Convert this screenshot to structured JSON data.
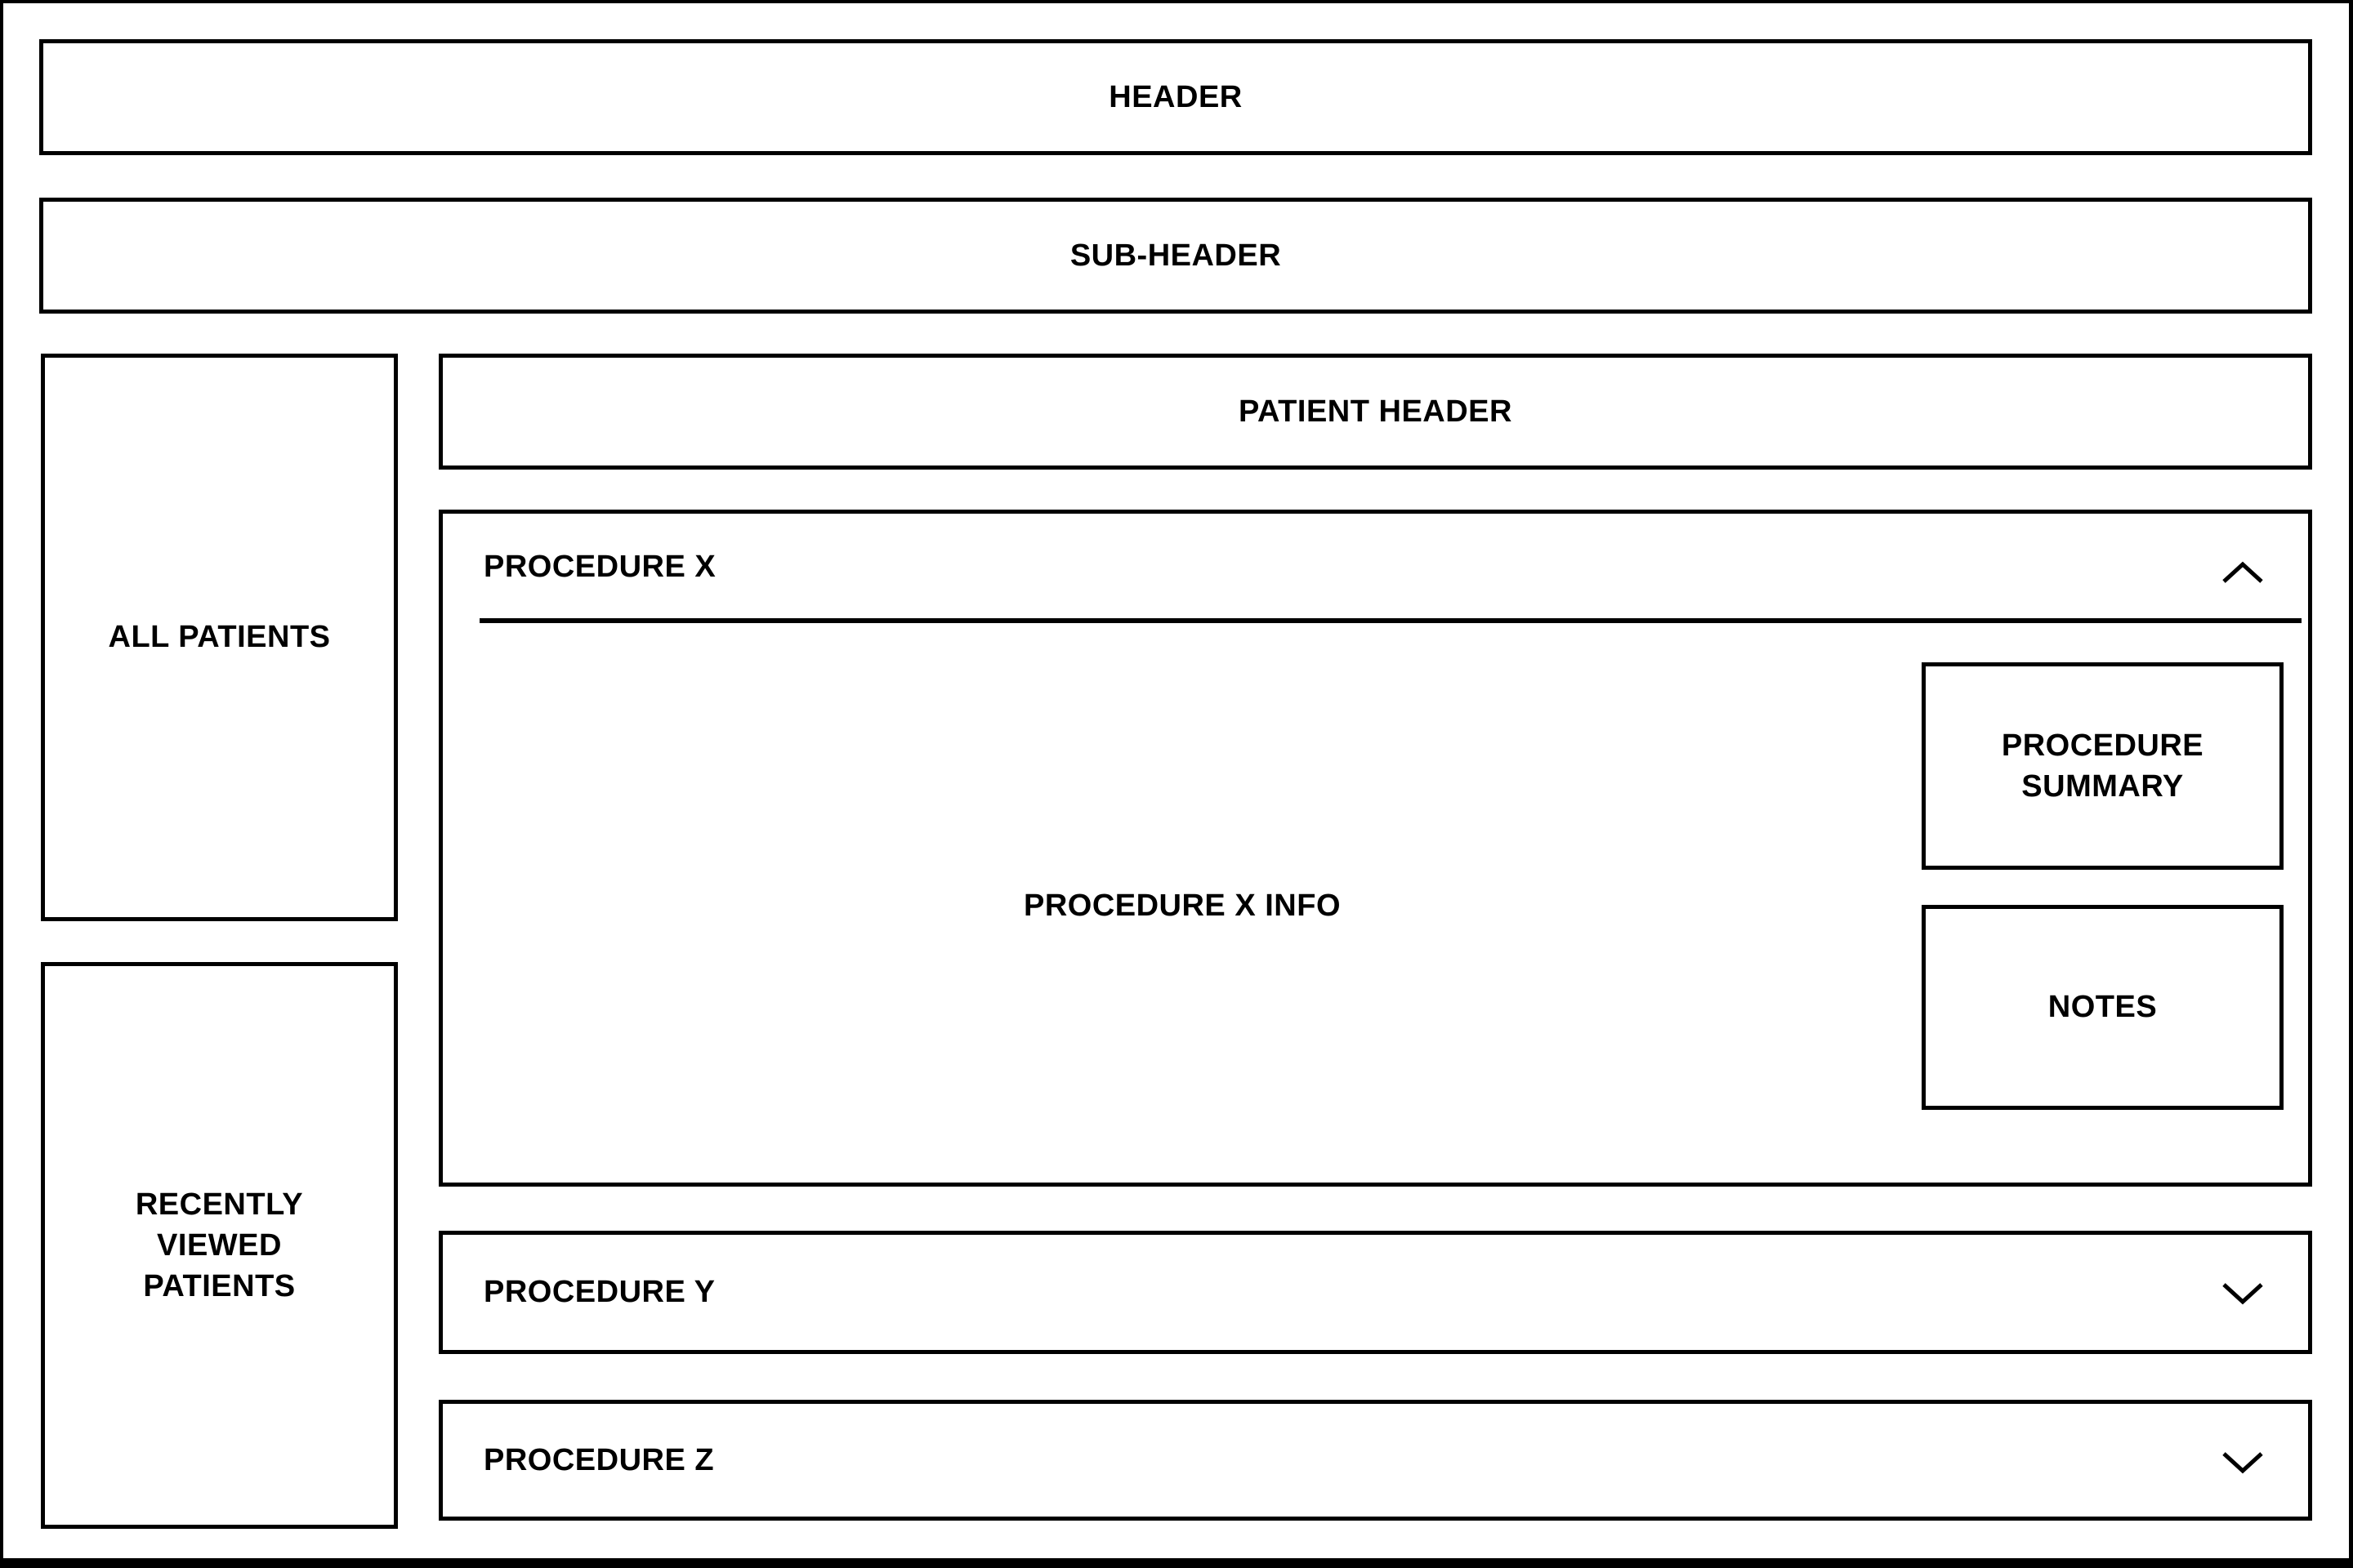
{
  "page": {
    "header": "HEADER",
    "sub_header": "SUB-HEADER"
  },
  "sidebar": {
    "all_patients": "ALL PATIENTS",
    "recently_viewed": "RECENTLY VIEWED PATIENTS"
  },
  "main": {
    "patient_header": "PATIENT HEADER",
    "procedures": [
      {
        "label": "PROCEDURE X",
        "state": "expanded",
        "chevron_icon": "chevron-up-icon",
        "info": "PROCEDURE X INFO",
        "summary": "PROCEDURE SUMMARY",
        "notes": "NOTES"
      },
      {
        "label": "PROCEDURE Y",
        "state": "collapsed",
        "chevron_icon": "chevron-down-icon"
      },
      {
        "label": "PROCEDURE Z",
        "state": "collapsed",
        "chevron_icon": "chevron-down-icon"
      }
    ]
  },
  "colors": {
    "background": "#ffffff",
    "border": "#000000",
    "text": "#000000"
  }
}
